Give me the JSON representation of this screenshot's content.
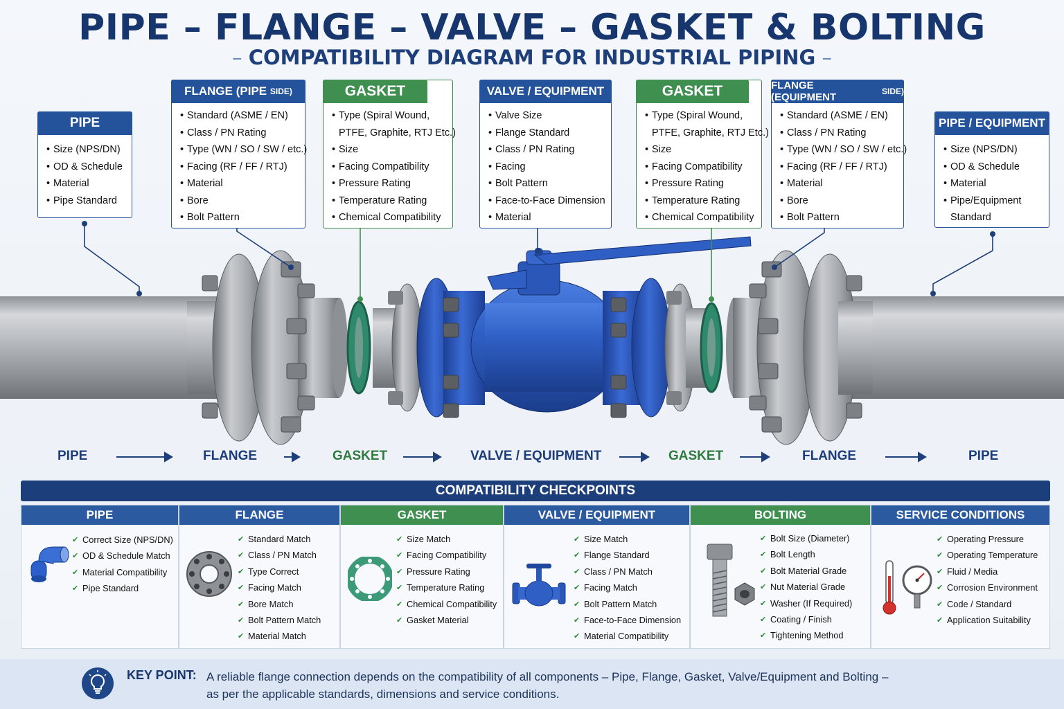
{
  "title": "PIPE – FLANGE – VALVE – GASKET & BOLTING",
  "subtitle": "COMPATIBILITY DIAGRAM FOR INDUSTRIAL PIPING",
  "cards": {
    "pipe_left": {
      "title": "PIPE",
      "items": [
        "Size (NPS/DN)",
        "OD & Schedule",
        "Material",
        "Pipe Standard"
      ]
    },
    "flange_pipe": {
      "title": "FLANGE (PIPE",
      "title_small": "SIDE)",
      "items": [
        "Standard (ASME / EN)",
        "Class / PN Rating",
        "Type (WN / SO / SW / etc.)",
        "Facing (RF / FF / RTJ)",
        "Material",
        "Bore",
        "Bolt Pattern"
      ]
    },
    "gasket_left": {
      "title": "GASKET",
      "items": [
        "Type (Spiral Wound,",
        "PTFE, Graphite, RTJ Etc.)",
        "Size",
        "Facing Compatibility",
        "Pressure Rating",
        "Temperature Rating",
        "Chemical Compatibility"
      ]
    },
    "valve": {
      "title": "VALVE / EQUIPMENT",
      "items": [
        "Valve Size",
        "Flange Standard",
        "Class / PN Rating",
        "Facing",
        "Bolt Pattern",
        "Face-to-Face Dimension",
        "Material"
      ]
    },
    "gasket_right": {
      "title": "GASKET",
      "items": [
        "Type (Spiral Wound,",
        "PTFE, Graphite, RTJ Etc.)",
        "Size",
        "Facing Compatibility",
        "Pressure Rating",
        "Temperature Rating",
        "Chemical Compatibility"
      ]
    },
    "flange_equip": {
      "title": "FLANGE (EQUIPMENT",
      "title_small": "SIDE)",
      "items": [
        "Standard (ASME / EN)",
        "Class / PN Rating",
        "Type (WN / SO / SW / etc.)",
        "Facing (RF / FF / RTJ)",
        "Material",
        "Bore",
        "Bolt Pattern"
      ]
    },
    "pipe_equip": {
      "title": "PIPE / EQUIPMENT",
      "items": [
        "Size (NPS/DN)",
        "OD & Schedule",
        "Material",
        "Pipe/Equipment",
        "Standard"
      ]
    }
  },
  "flow": [
    "PIPE",
    "FLANGE",
    "GASKET",
    "VALVE / EQUIPMENT",
    "GASKET",
    "FLANGE",
    "PIPE"
  ],
  "checkpoints": {
    "title": "COMPATIBILITY CHECKPOINTS",
    "columns": [
      {
        "title": "PIPE",
        "items": [
          "Correct Size (NPS/DN)",
          "OD & Schedule Match",
          "Material Compatibility",
          "Pipe Standard"
        ]
      },
      {
        "title": "FLANGE",
        "items": [
          "Standard Match",
          "Class / PN Match",
          "Type Correct",
          "Facing Match",
          "Bore Match",
          "Bolt Pattern Match",
          "Material Match"
        ]
      },
      {
        "title": "GASKET",
        "items": [
          "Size Match",
          "Facing Compatibility",
          "Pressure Rating",
          "Temperature Rating",
          "Chemical Compatibility",
          "Gasket Material"
        ]
      },
      {
        "title": "VALVE / EQUIPMENT",
        "items": [
          "Size Match",
          "Flange Standard",
          "Class / PN Match",
          "Facing Match",
          "Bolt Pattern Match",
          "Face-to-Face Dimension",
          "Material Compatibility"
        ]
      },
      {
        "title": "BOLTING",
        "items": [
          "Bolt Size (Diameter)",
          "Bolt Length",
          "Bolt Material Grade",
          "Nut Material Grade",
          "Washer (If Required)",
          "Coating / Finish",
          "Tightening Method"
        ]
      },
      {
        "title": "SERVICE CONDITIONS",
        "items": [
          "Operating Pressure",
          "Operating Temperature",
          "Fluid / Media",
          "Corrosion Environment",
          "Code / Standard",
          "Application Suitability"
        ]
      }
    ]
  },
  "key_point": {
    "label": "KEY POINT:",
    "line1": "A reliable flange connection depends on the compatibility of all components – Pipe, Flange, Gasket, Valve/Equipment and Bolting –",
    "line2": "as per the applicable standards, dimensions and service conditions."
  },
  "colors": {
    "navy": "#17366e",
    "blue": "#25539b",
    "green": "#3f8f51",
    "valve_blue": "#2f5fc4",
    "steel": "#9a9ea4"
  },
  "icons": [
    "pipe-elbow-icon",
    "flange-ring-icon",
    "gasket-ring-icon",
    "valve-icon",
    "bolt-nut-icon",
    "thermometer-icon",
    "pressure-gauge-icon",
    "lightbulb-icon",
    "arrow-right-icon"
  ]
}
